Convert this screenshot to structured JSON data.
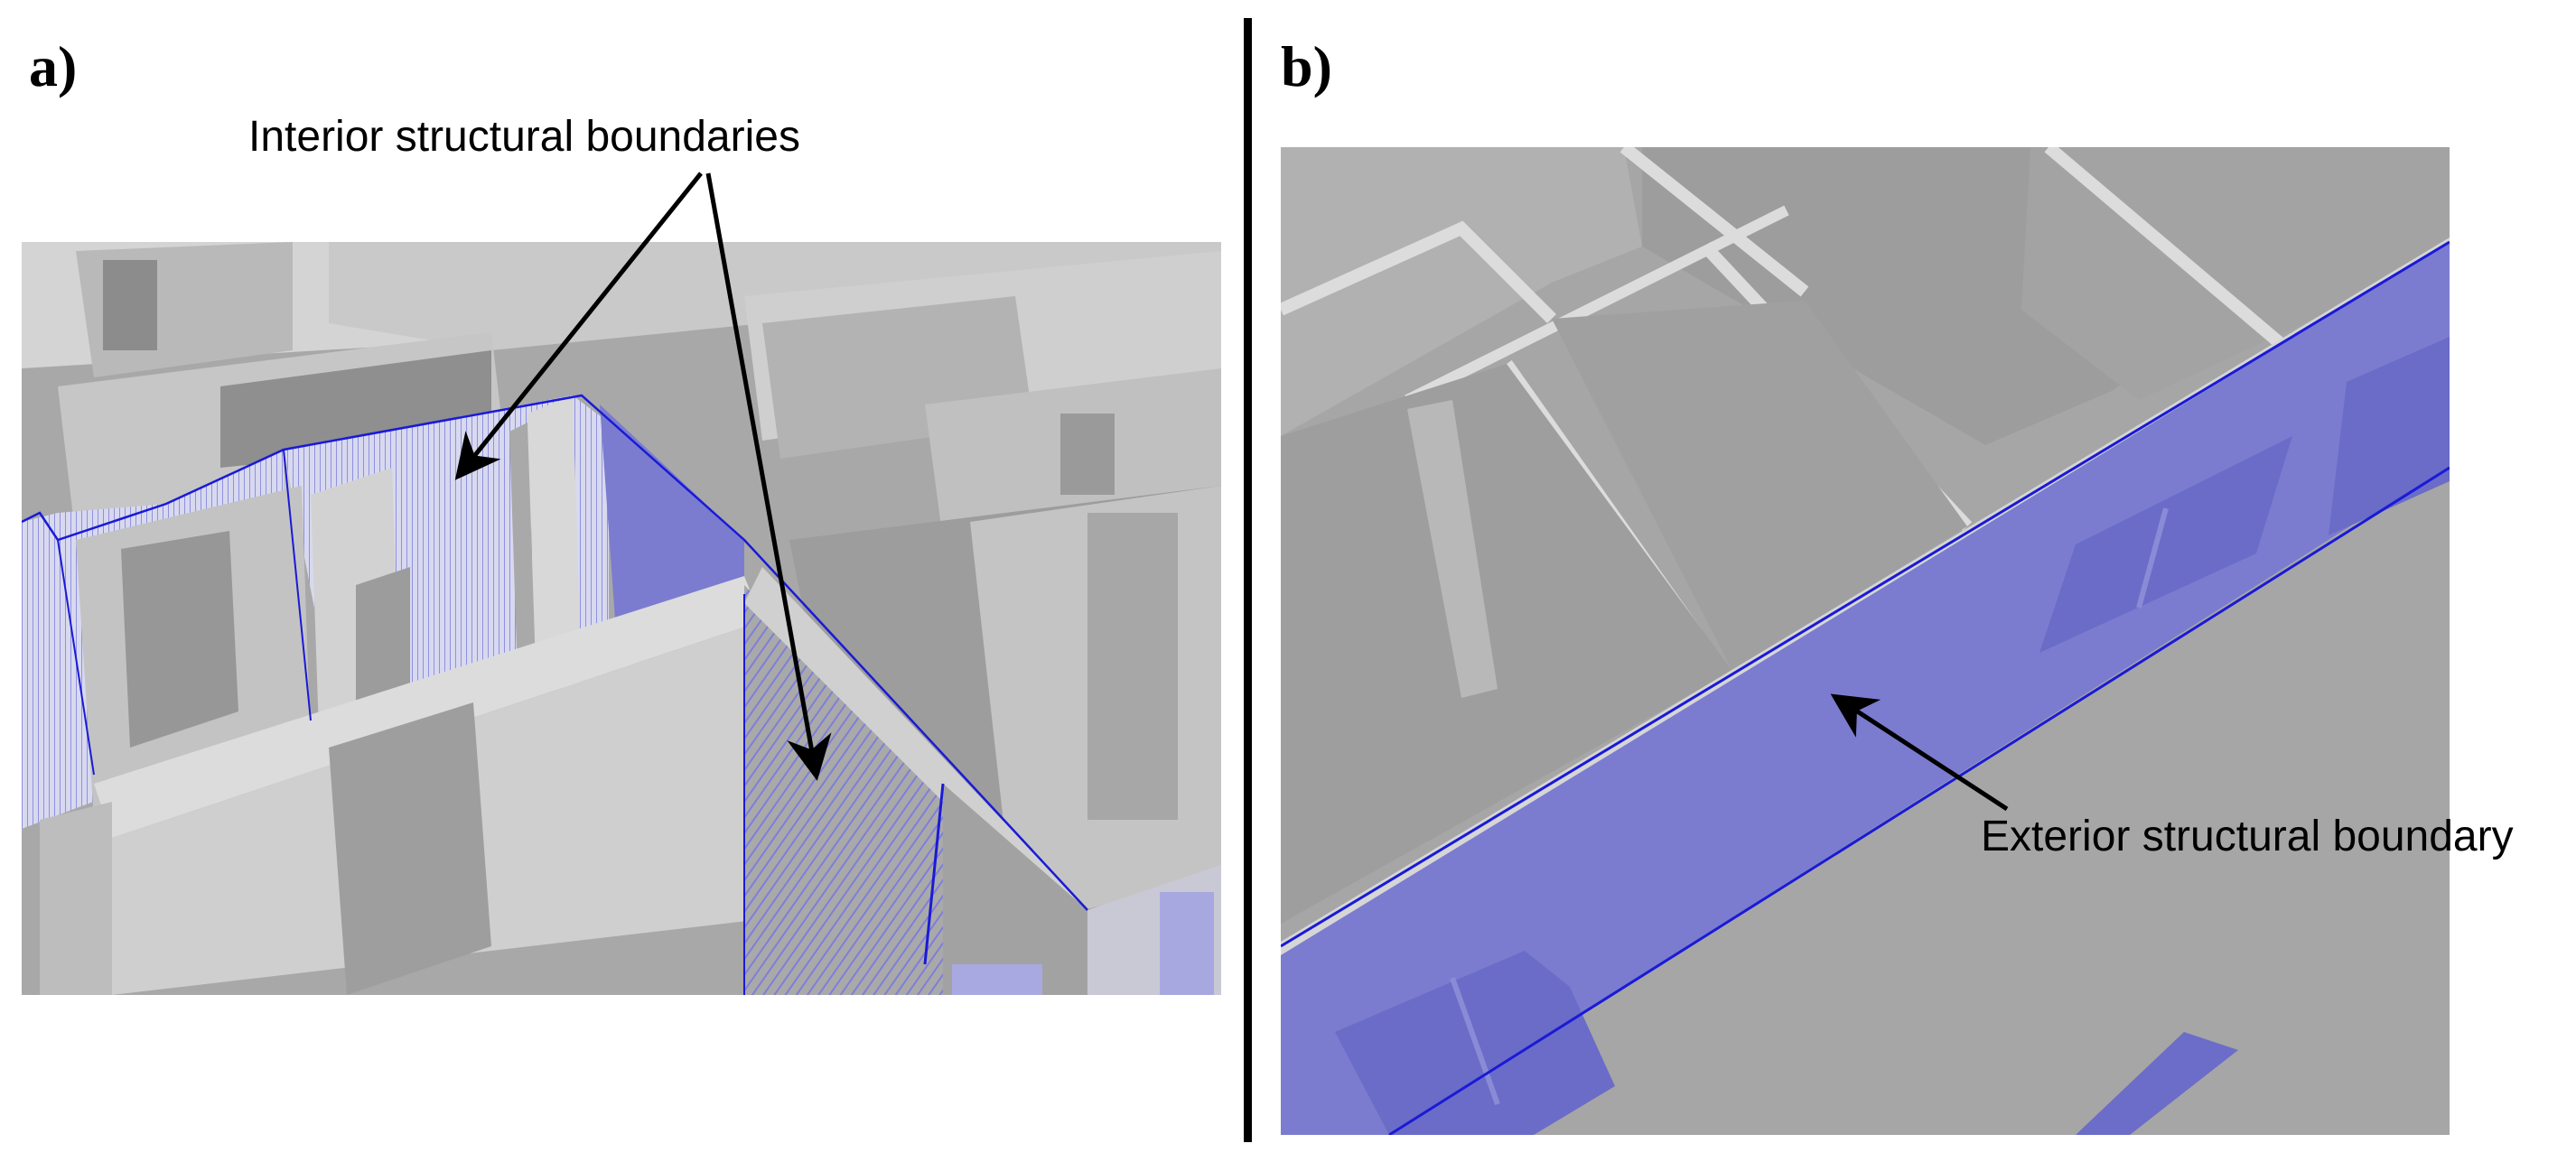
{
  "panel_a": {
    "letter": "a)",
    "annotation": "Interior structural boundaries"
  },
  "panel_b": {
    "letter": "b)",
    "annotation": "Exterior structural boundary"
  },
  "colors": {
    "background": "#ffffff",
    "floor": "#9e9e9e",
    "wall_top": "#dadada",
    "wall_face": "#bdbdbd",
    "wall_shadow": "#a6a6a6",
    "boundary_fill": "#7b7ccf",
    "boundary_line": "#1a1ad6",
    "arrow": "#000000"
  }
}
